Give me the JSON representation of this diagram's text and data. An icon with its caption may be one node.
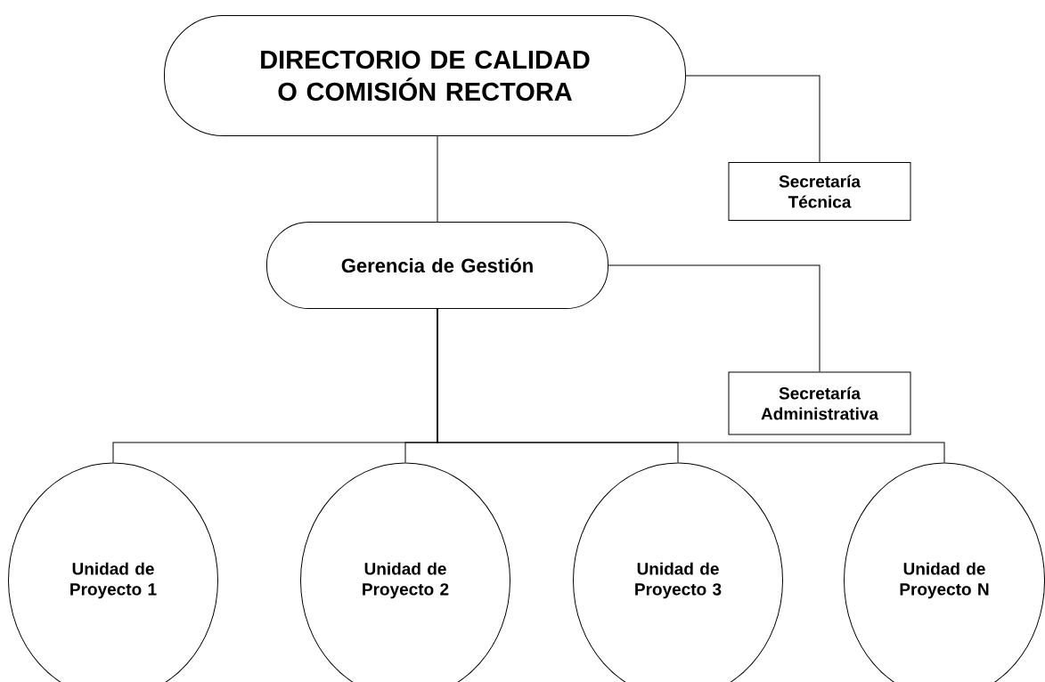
{
  "diagram": {
    "nodes": [
      {
        "text": [
          "DIRECTORIO DE CALIDAD O COMISIÓN RECTORA"
        ]
      },
      {
        "text": [
          "Secretaría Técnica"
        ]
      },
      {
        "text": [
          "Gerencia de Gestión"
        ]
      },
      {
        "text": [
          "Secretaría Administrativa"
        ]
      },
      {
        "text": [
          "Unidad de Proyecto 1"
        ]
      },
      {
        "text": [
          "Unidad de Proyecto 2"
        ]
      },
      {
        "text": [
          "Unidad de Proyecto 3"
        ]
      },
      {
        "text": [
          "Unidad de Proyecto N"
        ]
      }
    ],
    "edges": [
      {
        "from": 0,
        "to": 1,
        "arrow": "none"
      },
      {
        "from": 0,
        "to": 2,
        "arrow": "none"
      },
      {
        "from": 2,
        "to": 3,
        "arrow": "none"
      },
      {
        "from": 2,
        "to": 4,
        "arrow": "none"
      },
      {
        "from": 2,
        "to": 5,
        "arrow": "none"
      },
      {
        "from": 2,
        "to": 6,
        "arrow": "none"
      },
      {
        "from": 2,
        "to": 7,
        "arrow": "none"
      }
    ]
  }
}
